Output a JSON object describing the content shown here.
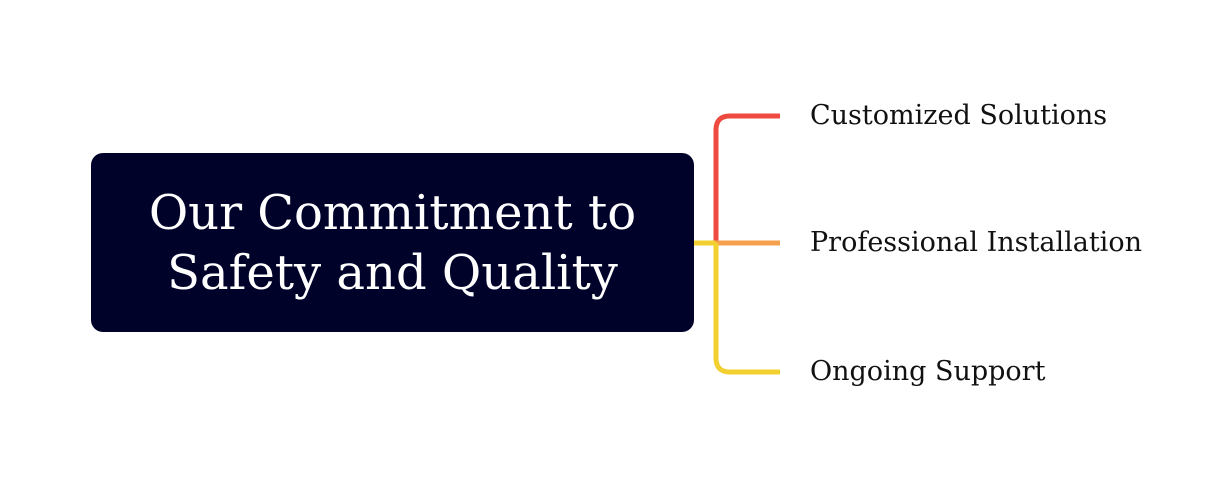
{
  "root": {
    "label": "Our Commitment to\nSafety and Quality",
    "color": "#000229"
  },
  "children": [
    {
      "label": "Customized Solutions",
      "color": "#ef4a3f"
    },
    {
      "label": "Professional Installation",
      "color": "#f5a04f"
    },
    {
      "label": "Ongoing Support",
      "color": "#f2d02f"
    }
  ]
}
